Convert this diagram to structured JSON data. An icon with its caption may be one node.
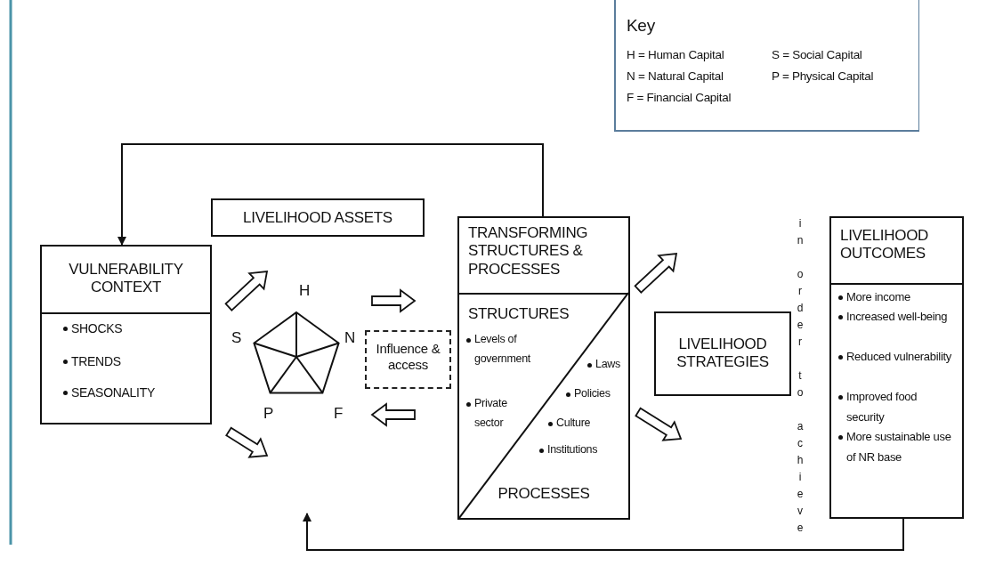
{
  "diagram": {
    "nodes": [
      {
        "text": [
          "Key",
          "H = Human Capital",
          "S = Social Capital",
          "N = Natural Capital",
          "P = Physical Capital",
          "F = Financial Capital"
        ]
      },
      {
        "text": [
          "VULNERABILITY CONTEXT",
          "SHOCKS",
          "TRENDS",
          "SEASONALITY"
        ]
      },
      {
        "text": [
          "LIVELIHOOD ASSETS"
        ]
      },
      {
        "text": [
          "H",
          "S",
          "N",
          "P",
          "F"
        ]
      },
      {
        "text": [
          "Influence & access"
        ]
      },
      {
        "text": [
          "TRANSFORMING STRUCTURES & PROCESSES",
          "STRUCTURES",
          "Levels of government",
          "Private sector",
          "Laws",
          "Policies",
          "Culture",
          "Institutions",
          "PROCESSES"
        ]
      },
      {
        "text": [
          "LIVELIHOOD STRATEGIES"
        ]
      },
      {
        "text": [
          "LIVELIHOOD OUTCOMES",
          "More income",
          "Increased well-being",
          "Reduced vulnerability",
          "Improved food security",
          "More sustainable use of NR base"
        ]
      }
    ],
    "edges": [
      {
        "from": 1,
        "to": 3,
        "arrow": "to"
      },
      {
        "from": 1,
        "to": null,
        "arrow": "to"
      },
      {
        "from": 3,
        "to": 5,
        "arrow": "to"
      },
      {
        "from": 5,
        "to": 3,
        "arrow": "to"
      },
      {
        "from": 5,
        "to": null,
        "arrow": "to"
      },
      {
        "from": 5,
        "to": null,
        "arrow": "to"
      },
      {
        "from": 5,
        "to": 1,
        "arrow": "to"
      },
      {
        "from": 7,
        "to": null,
        "arrow": "to"
      }
    ],
    "labels": [
      "in order to achieve"
    ]
  }
}
